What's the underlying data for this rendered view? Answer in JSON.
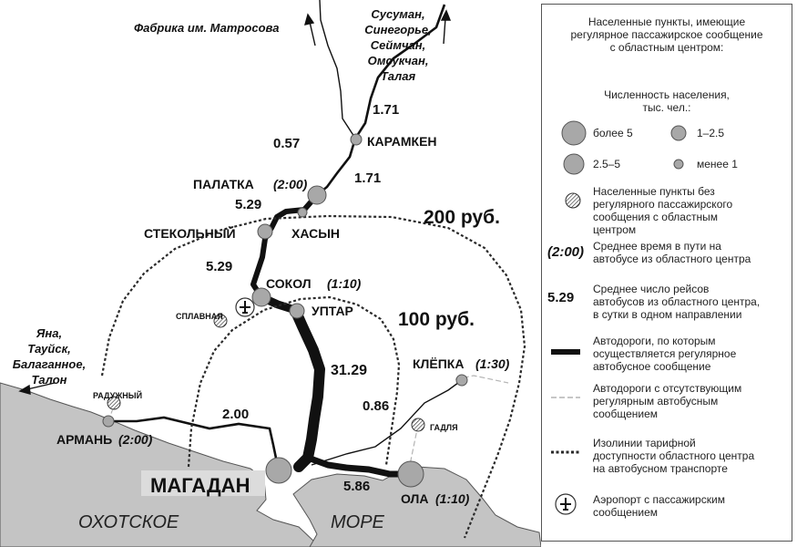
{
  "map": {
    "sea_words": [
      "ОХОТСКОЕ",
      "МОРЕ"
    ],
    "capital": "МАГАДАН",
    "north_labels": {
      "factory": "Фабрика им. Матросова",
      "north_towns": [
        "Сусуман,",
        "Синегорье,",
        "Сеймчан,",
        "Омсукчан,",
        "Талая"
      ]
    },
    "west_labels": [
      "Яна,",
      "Тауйск,",
      "Балаганное,",
      "Талон"
    ],
    "settlements": {
      "karamken": "КАРАМКЕН",
      "palatka": "ПАЛАТКА",
      "palatka_time": "(2:00)",
      "stekolny": "СТЕКОЛЬНЫЙ",
      "khasyn": "ХАСЫН",
      "sokol": "СОКОЛ",
      "sokol_time": "(1:10)",
      "uptar": "УПТАР",
      "splavnaya": "СПЛАВНАЯ",
      "raduzhny": "РАДУЖНЫЙ",
      "arman": "АРМАНЬ",
      "arman_time": "(2:00)",
      "klepka": "КЛЁПКА",
      "klepka_time": "(1:30)",
      "gadlya": "ГАДЛЯ",
      "ola": "ОЛА",
      "ola_time": "(1:10)"
    },
    "route_counts": {
      "north_upper": "1.71",
      "north_lower": "1.71",
      "factory": "0.57",
      "palatka": "5.29",
      "sokol": "5.29",
      "uptar_magadan": "31.29",
      "arman": "2.00",
      "klepka": "0.86",
      "ola": "5.86"
    },
    "isolines": {
      "outer": "200 руб.",
      "inner": "100 руб."
    }
  },
  "legend": {
    "title": [
      "Населенные пункты, имеющие",
      "регулярное пассажирское сообщение",
      "с областным центром:"
    ],
    "population_title": [
      "Численность населения,",
      "тыс. чел.:"
    ],
    "sizes": [
      "более 5",
      "1–2.5",
      "2.5–5",
      "менее 1"
    ],
    "no_service": [
      "Населенные пункты без",
      "регулярного пассажирского",
      "сообщения с областным",
      "центром"
    ],
    "time_symbol": "(2:00)",
    "time_desc": [
      "Среднее время в пути на",
      "автобусе из областного центра"
    ],
    "trips_symbol": "5.29",
    "trips_desc": [
      "Среднее число рейсов",
      "автобусов из областного центра,",
      "в сутки в одном направлении"
    ],
    "regular_roads": [
      "Автодороги, по которым",
      "осуществляется регулярное",
      "автобусное сообщение"
    ],
    "other_roads": [
      "Автодороги с отсутствующим",
      "регулярным автобусным",
      "сообщением"
    ],
    "isoline_desc": [
      "Изолинии тарифной",
      "доступности областного центра",
      "на автобусном транспорте"
    ],
    "airport": [
      "Аэропорт с пассажирским",
      "сообщением"
    ]
  },
  "colors": {
    "land": "#c4c4c4",
    "node": "#a8a8a8",
    "road": "#111111",
    "minor_road": "#b4b4b4"
  }
}
